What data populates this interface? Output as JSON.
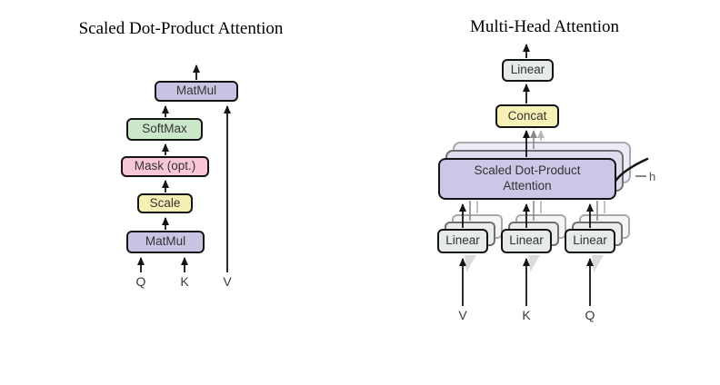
{
  "figure": {
    "left": {
      "title": "Scaled Dot-Product Attention",
      "matmul_top": "MatMul",
      "softmax": "SoftMax",
      "mask": "Mask (opt.)",
      "scale": "Scale",
      "matmul_bottom": "MatMul",
      "input_q": "Q",
      "input_k": "K",
      "input_v": "V"
    },
    "right": {
      "title": "Multi-Head Attention",
      "linear_top": "Linear",
      "concat": "Concat",
      "sdpa": "Scaled Dot-Product Attention",
      "linear_v": "Linear",
      "linear_k": "Linear",
      "linear_q": "Linear",
      "input_v": "V",
      "input_k": "K",
      "input_q": "Q",
      "heads_label": "h"
    }
  },
  "colors": {
    "matmul": "#cac4e4",
    "softmax": "#cbe7ca",
    "mask": "#f9c7d9",
    "scale": "#f7f0b4",
    "concat": "#f8f1b5",
    "linear": "#e7ebe7",
    "sdpa": "#cdc7e7",
    "sdpa_ghost1": "#e0dcef",
    "sdpa_ghost2": "#edebf7",
    "linear_ghost1": "#eaedea",
    "linear_ghost2": "#f4f5f4"
  }
}
